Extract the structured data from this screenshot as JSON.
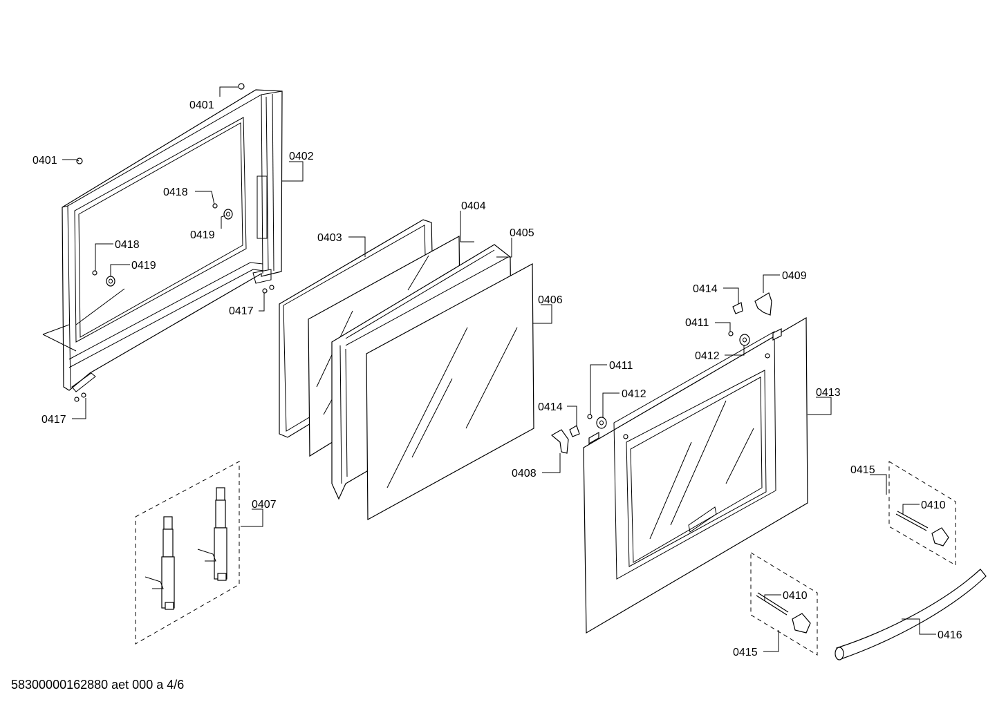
{
  "diagram": {
    "labels": {
      "l0401a": "0401",
      "l0401b": "0401",
      "l0402": "0402",
      "l0418a": "0418",
      "l0419a": "0419",
      "l0418b": "0418",
      "l0419b": "0419",
      "l0417a": "0417",
      "l0417b": "0417",
      "l0403": "0403",
      "l0404": "0404",
      "l0405": "0405",
      "l0406": "0406",
      "l0407": "0407",
      "l0414a": "0414",
      "l0409": "0409",
      "l0411a": "0411",
      "l0412a": "0412",
      "l0411b": "0411",
      "l0412b": "0412",
      "l0414b": "0414",
      "l0408": "0408",
      "l0413": "0413",
      "l0415a": "0415",
      "l0410a": "0410",
      "l0410b": "0410",
      "l0415b": "0415",
      "l0416": "0416"
    }
  },
  "footer": {
    "text": "58300000162880 aet 000 a 4/6"
  }
}
